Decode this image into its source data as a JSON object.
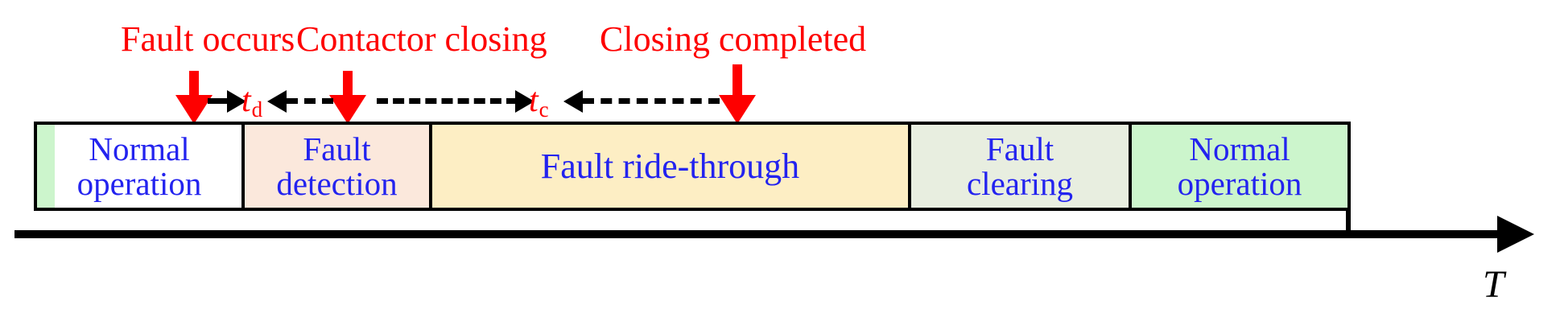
{
  "diagram": {
    "title_semantic": "fault-ride-through-timeline",
    "axis": {
      "label": "T",
      "arrow_icon": "axis-arrow-right-icon"
    },
    "events": [
      {
        "id": "fault-occurs",
        "label": "Fault occurs",
        "marker_icon": "red-down-arrow-icon"
      },
      {
        "id": "contactor-closing",
        "label": "Contactor closing",
        "marker_icon": "red-down-arrow-icon"
      },
      {
        "id": "closing-completed",
        "label": "Closing  completed",
        "marker_icon": "red-down-arrow-icon"
      }
    ],
    "intervals": [
      {
        "id": "td",
        "symbol": "t",
        "subscript": "d",
        "color": "#fe0000"
      },
      {
        "id": "tc",
        "symbol": "t",
        "subscript": "c",
        "color": "#fe0000"
      }
    ],
    "segments": [
      {
        "id": "normal-operation-before",
        "lines": [
          "Normal",
          "operation"
        ],
        "fill": "#ffffff",
        "strip_fill": "#ccf5cc",
        "text_color": "#2323ef"
      },
      {
        "id": "fault-detection",
        "lines": [
          "Fault",
          "detection"
        ],
        "fill": "#fbe8dc",
        "strip_fill": "",
        "text_color": "#2323ef"
      },
      {
        "id": "fault-ride-through",
        "lines": [
          "Fault ride-through"
        ],
        "fill": "#fdeec4",
        "strip_fill": "",
        "text_color": "#2323ef"
      },
      {
        "id": "fault-clearing",
        "lines": [
          "Fault",
          "clearing"
        ],
        "fill": "#e8eee0",
        "strip_fill": "",
        "text_color": "#2323ef"
      },
      {
        "id": "normal-operation-after",
        "lines": [
          "Normal",
          "operation"
        ],
        "fill": "#ccf5cc",
        "strip_fill": "",
        "text_color": "#2323ef"
      }
    ],
    "colors": {
      "event_text": "#fe0000",
      "segment_text": "#2323ef",
      "outline": "#000000",
      "axis": "#000000"
    }
  }
}
